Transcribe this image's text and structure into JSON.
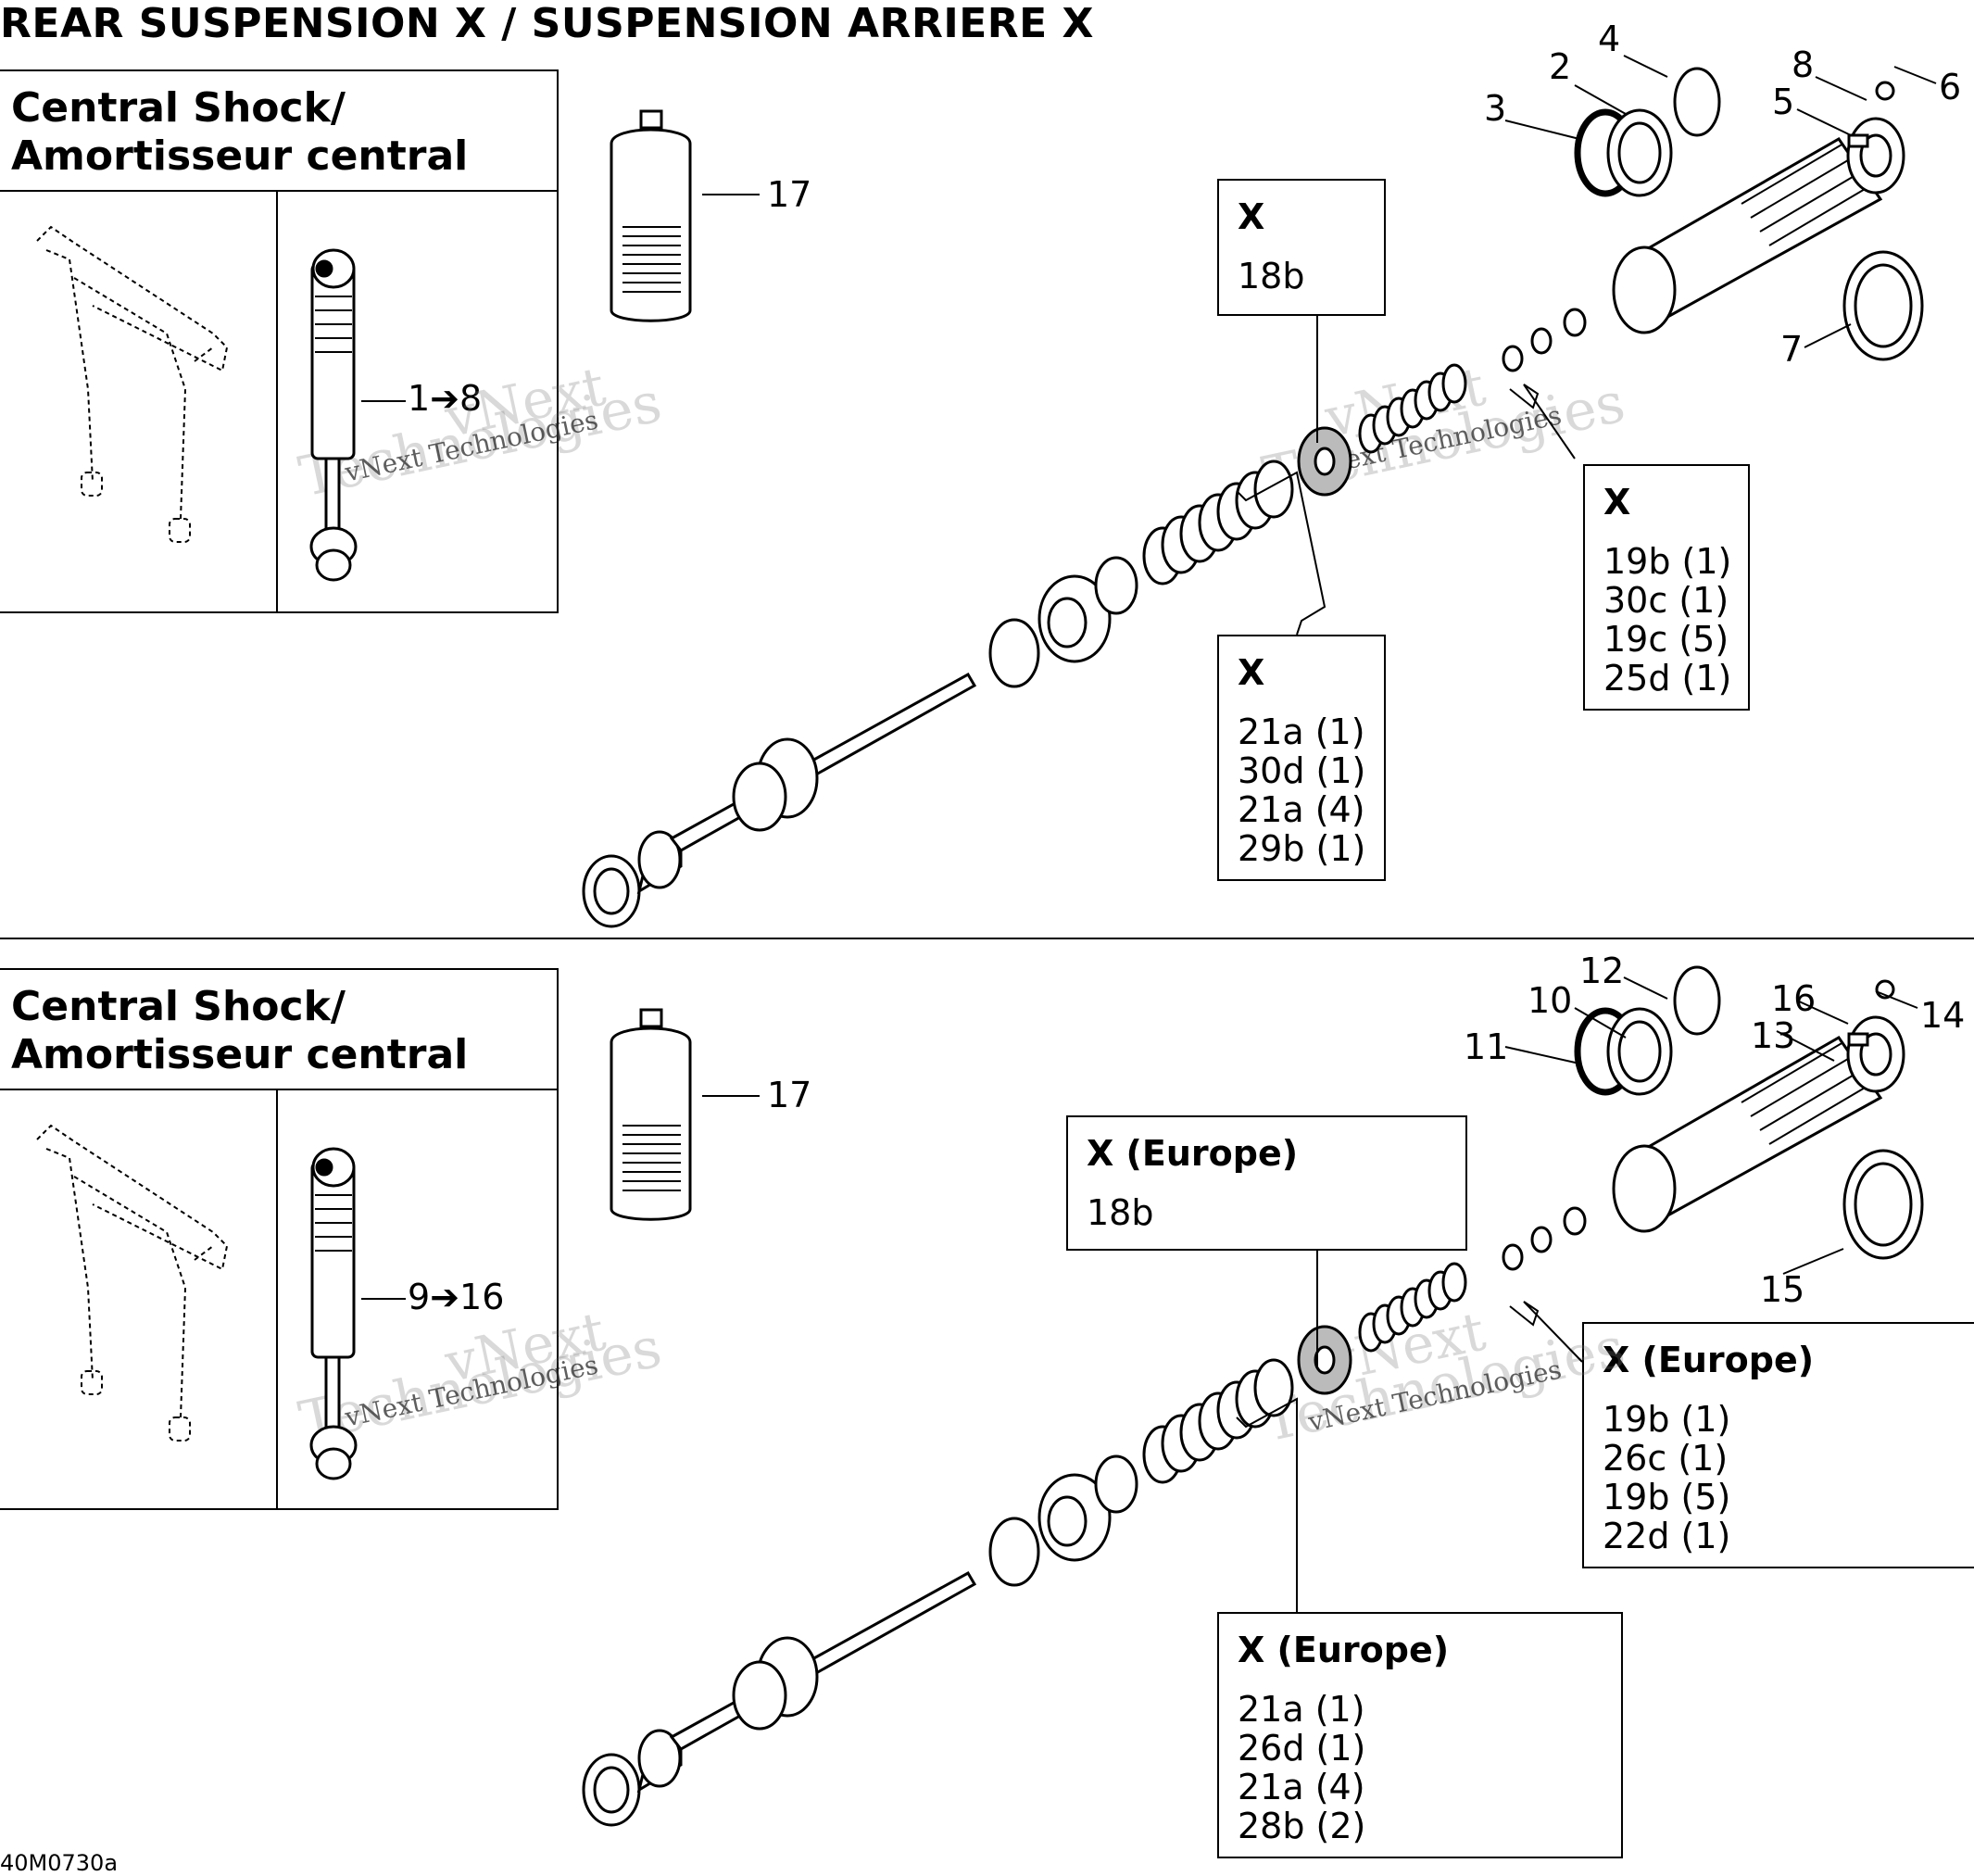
{
  "title": "REAR SUSPENSION X / SUSPENSION ARRIERE X",
  "drawing_code": "40M0730a",
  "watermark": {
    "line1": "vNext Technologies",
    "line2": "Technologies",
    "brand": "vNext"
  },
  "sections": [
    {
      "panel_title_1": "Central Shock/",
      "panel_title_2": "Amortisseur central",
      "assembly_range": "1➔8",
      "oil_label": "17",
      "callout_top": {
        "header": "X",
        "items": [
          "18b"
        ]
      },
      "callout_right": {
        "header": "X",
        "items": [
          "19b (1)",
          "30c (1)",
          "19c (5)",
          "25d (1)"
        ]
      },
      "callout_bottom": {
        "header": "X",
        "items": [
          "21a (1)",
          "30d (1)",
          "21a (4)",
          "29b (1)"
        ]
      },
      "labels": {
        "seal": "3",
        "cap": "2",
        "oring": "4",
        "cylinder_valve": "5",
        "valve_screw": "8",
        "valve_cap": "6",
        "nut": "7"
      }
    },
    {
      "panel_title_1": "Central Shock/",
      "panel_title_2": "Amortisseur central",
      "assembly_range": "9➔16",
      "oil_label": "17",
      "callout_top": {
        "header": "X (Europe)",
        "items": [
          "18b"
        ]
      },
      "callout_right": {
        "header": "X (Europe)",
        "items": [
          "19b (1)",
          "26c (1)",
          "19b (5)",
          "22d (1)"
        ]
      },
      "callout_bottom": {
        "header": "X (Europe)",
        "items": [
          "21a (1)",
          "26d (1)",
          "21a (4)",
          "28b (2)"
        ]
      },
      "labels": {
        "seal": "11",
        "cap": "10",
        "oring": "12",
        "cylinder_valve": "13",
        "valve_screw": "16",
        "valve_cap": "14",
        "nut": "15"
      }
    }
  ]
}
